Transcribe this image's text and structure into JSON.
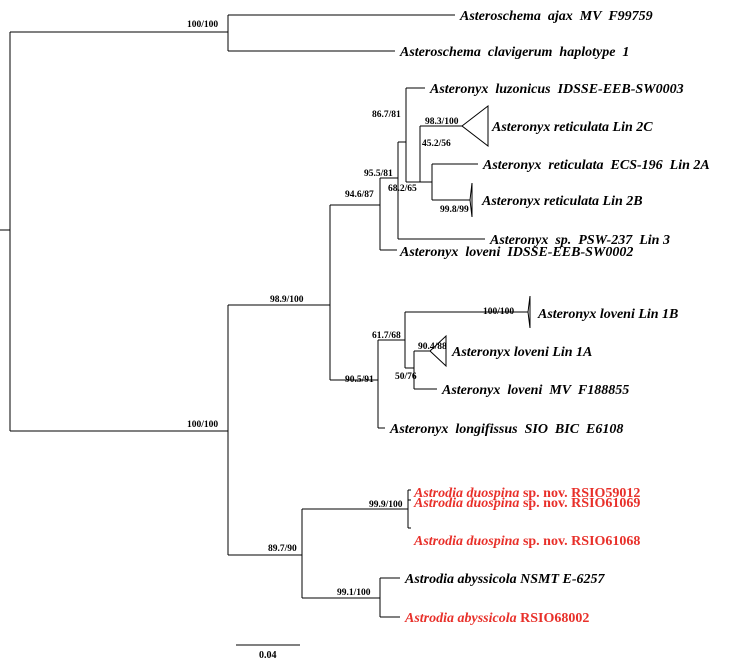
{
  "colors": {
    "default": "#000000",
    "new_species": "#e8302a"
  },
  "taxa": {
    "ajax": {
      "parts": [
        {
          "text": "Asteroschema  ajax  MV  F99759",
          "italic": true
        }
      ],
      "color": "default"
    },
    "clavigerum": {
      "parts": [
        {
          "text": "Asteroschema  clavigerum  haplotype  1",
          "italic": true
        }
      ],
      "color": "default"
    },
    "luzonicus": {
      "parts": [
        {
          "text": "Asteronyx  luzonicus  IDSSE-EEB-SW0003",
          "italic": true
        }
      ],
      "color": "default"
    },
    "ret2C": {
      "parts": [
        {
          "text": "Asteronyx reticulata Lin 2C",
          "italic": true
        }
      ],
      "color": "default"
    },
    "ret2A": {
      "parts": [
        {
          "text": "Asteronyx  reticulata  ECS-196  Lin 2A",
          "italic": true
        }
      ],
      "color": "default"
    },
    "ret2B": {
      "parts": [
        {
          "text": "Asteronyx reticulata Lin 2B",
          "italic": true
        }
      ],
      "color": "default"
    },
    "sp3": {
      "parts": [
        {
          "text": "Asteronyx  sp.  PSW-237  Lin 3",
          "italic": true
        }
      ],
      "color": "default"
    },
    "loveniW2": {
      "parts": [
        {
          "text": "Asteronyx  loveni  IDSSE-EEB-SW0002",
          "italic": true
        }
      ],
      "color": "default"
    },
    "lov1B": {
      "parts": [
        {
          "text": "Asteronyx loveni Lin 1B",
          "italic": true
        }
      ],
      "color": "default"
    },
    "lov1A": {
      "parts": [
        {
          "text": "Asteronyx loveni Lin 1A",
          "italic": true
        }
      ],
      "color": "default"
    },
    "lovMV": {
      "parts": [
        {
          "text": "Asteronyx  loveni  MV  F188855",
          "italic": true
        }
      ],
      "color": "default"
    },
    "longif": {
      "parts": [
        {
          "text": "Asteronyx  longifissus  SIO  BIC  E6108",
          "italic": true
        }
      ],
      "color": "default"
    },
    "duo1": {
      "parts": [
        {
          "text": "Astrodia duospina",
          "italic": true
        },
        {
          "text": " sp. nov. RSIO59012",
          "italic": false
        }
      ],
      "color": "new_species"
    },
    "duo2": {
      "parts": [
        {
          "text": "Astrodia duospina",
          "italic": true
        },
        {
          "text": " sp. nov. RSIO61069",
          "italic": false
        }
      ],
      "color": "new_species"
    },
    "duo3": {
      "parts": [
        {
          "text": "Astrodia duospina",
          "italic": true
        },
        {
          "text": " sp. nov. RSIO61068",
          "italic": false
        }
      ],
      "color": "new_species"
    },
    "abyNSMT": {
      "parts": [
        {
          "text": "Astrodia abyssicola NSMT E-6257",
          "italic": true
        }
      ],
      "color": "default"
    },
    "abyRSIO": {
      "parts": [
        {
          "text": "Astrodia abyssicola",
          "italic": true
        },
        {
          "text": " RSIO68002",
          "italic": false
        }
      ],
      "color": "new_species"
    }
  },
  "supports": {
    "asteroschema": "100/100",
    "root_ingroup": "100/100",
    "asteronyx": "98.9/100",
    "reticulata_group": "94.6/87",
    "n95_5": "95.5/81",
    "n86_7": "86.7/81",
    "n98_3": "98.3/100",
    "n45_2": "45.2/56",
    "n68_2": "68.2/65",
    "n99_8": "99.8/99",
    "loveni_group": "90.5/91",
    "n61_7": "61.7/68",
    "n100_1B": "100/100",
    "n90_4": "90.4/88",
    "n50_76": "50/76",
    "astrodia": "89.7/90",
    "duospina": "99.9/100",
    "abyssicola": "99.1/100"
  },
  "scale_bar": {
    "label": "0.04"
  }
}
